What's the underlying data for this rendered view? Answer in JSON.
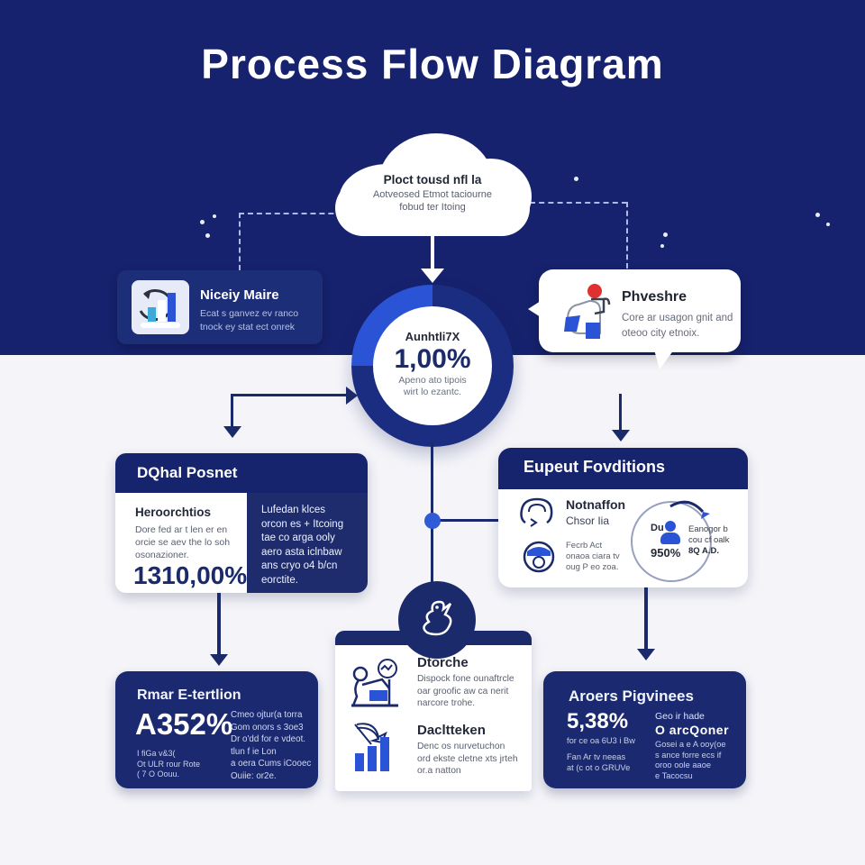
{
  "title": "Process Flow Diagram",
  "colors": {
    "navy_bg": "#16226e",
    "card_navy": "#1b2a70",
    "accent_blue": "#2b53d6",
    "light_bg": "#f4f4f9",
    "red_dot": "#e03131"
  },
  "cloud": {
    "title": "Ploct tousd nfl la",
    "line1": "Aotveosed Etmot taciourne",
    "line2": "fobud ter Itoing"
  },
  "left_callout": {
    "title": "Niceiy Maire",
    "line1": "Ecat s ganvez ev ranco",
    "line2": "tnock ey stat ect onrek"
  },
  "right_callout": {
    "title": "Phveshre",
    "line1": "Core ar usagon gnit and",
    "line2": "oteoo city etnoix."
  },
  "center_circle": {
    "label": "Aunhtli7X",
    "value": "1,00%",
    "line1": "Apeno ato tipois",
    "line2": "wirt lo ezantc."
  },
  "left_card": {
    "header": "DQhal Posnet",
    "subtitle": "Heroorchtios",
    "body": [
      "Dore fed ar t len er en",
      "orcie se aev the lo soh",
      "osonazioner."
    ],
    "value": "1310,00%",
    "side": [
      "Lufedan klces",
      "orcon es + Itcoing",
      "tae co arga ooly",
      "aero asta iclnbaw",
      "ans cryo o4 b/cn",
      "eorctite."
    ]
  },
  "right_card": {
    "header": "Eupeut Fovditions",
    "item1": {
      "title": "Notnaffon",
      "subtitle": "Chsor Iia"
    },
    "item2": {
      "lines": [
        "Fecrb Act",
        "onaoa ciara tv",
        "oug P eo zoa."
      ]
    },
    "gauge": {
      "label": "Du",
      "value": "950%",
      "side": [
        "Eanogor b",
        "cou cf oalk",
        "8Q A.D."
      ]
    }
  },
  "bottom_left": {
    "title": "Rmar E-tertlion",
    "value": "A352%",
    "left_lines": [
      "I fiGa v&3(",
      "Ot ULR rour Rote",
      "( 7 O Oouu."
    ],
    "right_lines": [
      "Cmeo ojtur(a torra",
      "Gom onors s 3oe3",
      "Dr o'dd for e vdeot.",
      "tlun f ie Lon",
      "a oera Cums iCooec",
      "Ouiie: or2e."
    ]
  },
  "bottom_center": {
    "item1": {
      "title": "Dtorche",
      "lines": [
        "Dispock fone ounaftrcle",
        "oar groofic aw ca nerit",
        "narcore trohe."
      ]
    },
    "item2": {
      "title": "Dacltteken",
      "lines": [
        "Denc os nurvetuchon",
        "ord ekste cletne xts jrteh",
        "or.a natton"
      ]
    }
  },
  "bottom_right": {
    "title": "Aroers Pigvinees",
    "value": "5,38%",
    "subtitle": "for ce oa 6U3 i Bw",
    "left_lines": [
      "Fan Ar tv neeas",
      "at (c ot o GRUVe"
    ],
    "right_line1": "Geo ir hade",
    "right_line2": "O arcQoner",
    "right_lines": [
      "Gosei a e A ooy(oe",
      "s ance forre ecs if",
      "oroo oole aaoe",
      "e Tacocsu"
    ]
  }
}
